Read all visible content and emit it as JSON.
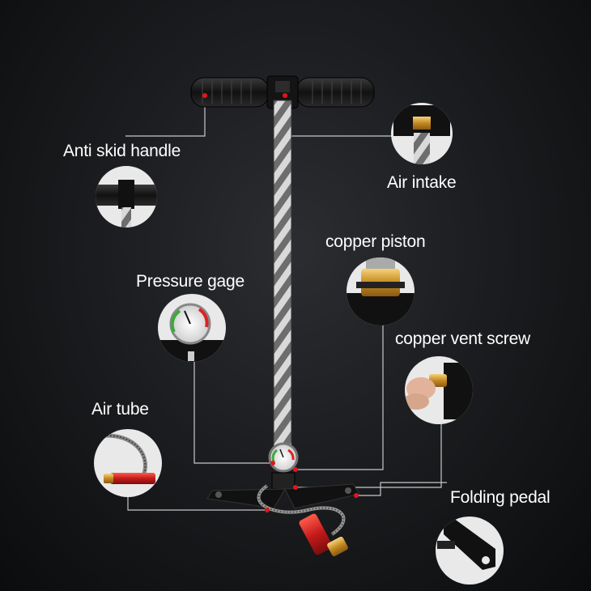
{
  "labels": {
    "anti_skid_handle": "Anti skid handle",
    "air_intake": "Air intake",
    "copper_piston": "copper piston",
    "pressure_gage": "Pressure gage",
    "copper_vent_screw": "copper vent screw",
    "air_tube": "Air tube",
    "folding_pedal": "Folding pedal"
  },
  "colors": {
    "background": "#1c1d20",
    "leader_line": "#c8c8c8",
    "marker_dot": "#e0161b",
    "brass": "#d4a23c",
    "hose_red": "#c41a1a"
  }
}
